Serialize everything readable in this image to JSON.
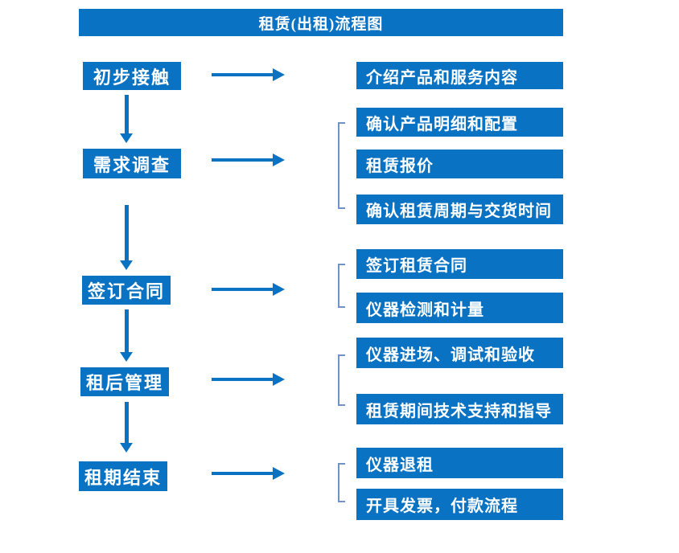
{
  "title": "租赁(出租)流程图",
  "colors": {
    "accent_blue": "#0a72c2",
    "bracket_blue": "#7191cb",
    "text_white": "#ffffff",
    "background": "#ffffff"
  },
  "rows": [
    {
      "step": "初步接触",
      "details": [
        "介绍产品和服务内容"
      ]
    },
    {
      "step": "需求调查",
      "details": [
        "确认产品明细和配置",
        "租赁报价",
        "确认租赁周期与交货时间"
      ]
    },
    {
      "step": "签订合同",
      "details": [
        "签订租赁合同",
        "仪器检测和计量"
      ]
    },
    {
      "step": "租后管理",
      "details": [
        "仪器进场、调试和验收",
        "租赁期间技术支持和指导"
      ]
    },
    {
      "step": "租期结束",
      "details": [
        "仪器退租",
        "开具发票，付款流程"
      ]
    }
  ]
}
